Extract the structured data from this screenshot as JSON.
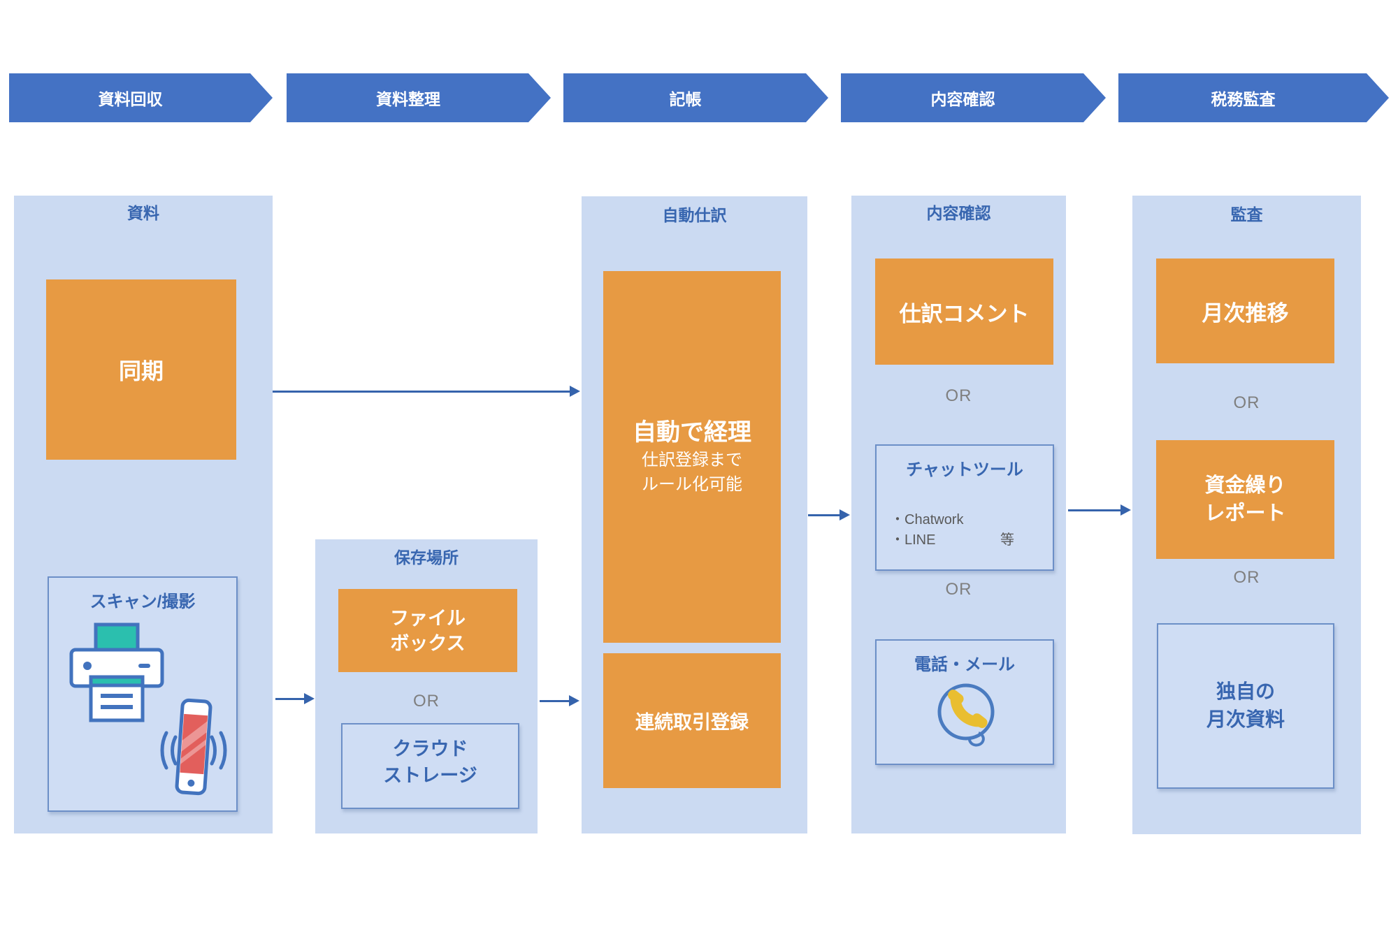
{
  "chevrons": [
    {
      "label": "資料回収"
    },
    {
      "label": "資料整理"
    },
    {
      "label": "記帳"
    },
    {
      "label": "内容確認"
    },
    {
      "label": "税務監査"
    }
  ],
  "col1": {
    "header": "資料",
    "sync": "同期",
    "scan_header": "スキャン/撮影",
    "icons": [
      "printer-icon",
      "smartphone-vibrate-icon"
    ]
  },
  "col2": {
    "header": "保存場所",
    "file_line1": "ファイル",
    "file_line2": "ボックス",
    "or": "OR",
    "cloud_line1": "クラウド",
    "cloud_line2": "ストレージ"
  },
  "col3": {
    "header": "自動仕訳",
    "auto_title": "自動で経理",
    "auto_sub1": "仕訳登録まで",
    "auto_sub2": "ルール化可能",
    "batch": "連続取引登録"
  },
  "col4": {
    "header": "内容確認",
    "comment": "仕訳コメント",
    "or1": "OR",
    "chat_header": "チャットツール",
    "chat_item1": "・Chatwork",
    "chat_item2": "・LINE",
    "chat_etc": "等",
    "or2": "OR",
    "phone_header": "電話・メール",
    "icons": [
      "phone-handset-icon"
    ]
  },
  "col5": {
    "header": "監査",
    "monthly": "月次推移",
    "or1": "OR",
    "cash_line1": "資金繰り",
    "cash_line2": "レポート",
    "or2": "OR",
    "orig_line1": "独自の",
    "orig_line2": "月次資料"
  },
  "colors": {
    "chevron_blue": "#4472C4",
    "column_light_blue": "#CBDAF2",
    "box_orange": "#E79A43",
    "header_text_blue": "#3866B0",
    "arrow_blue": "#3563AC",
    "or_gray": "#7F7F7F",
    "item_gray": "#595959",
    "box_border_blue": "#6C8FC7",
    "printer_teal": "#2BBFAE",
    "phone_screen_red": "#E25F5C",
    "handset_yellow": "#E9BE30"
  }
}
